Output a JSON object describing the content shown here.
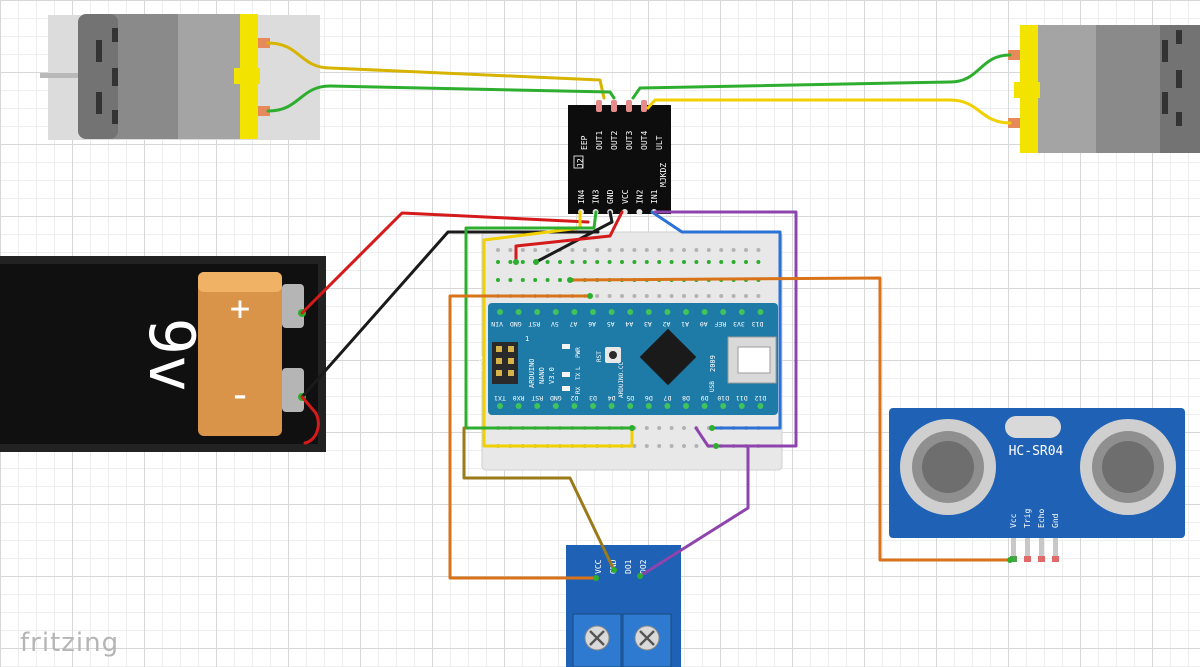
{
  "app": {
    "watermark": "fritzing"
  },
  "battery": {
    "label": "9v",
    "plus": "+",
    "minus": "-"
  },
  "driver": {
    "pins_top": [
      "EEP",
      "OUT1",
      "OUT2",
      "OUT3",
      "OUT4",
      "ULT"
    ],
    "pins_bottom": [
      "IN4",
      "IN3",
      "GND",
      "VCC",
      "IN2",
      "IN1"
    ],
    "jumper": "J2",
    "model": "MJKDZ"
  },
  "arduino": {
    "top_pins": [
      "VIN",
      "GND",
      "RST",
      "5V",
      "A7",
      "A6",
      "A5",
      "A4",
      "A3",
      "A2",
      "A1",
      "A0",
      "REF",
      "3V3",
      "D13"
    ],
    "bottom_pins": [
      "TX1",
      "RX0",
      "RST",
      "GND",
      "D2",
      "D3",
      "D4",
      "D5",
      "D6",
      "D7",
      "D8",
      "D9",
      "D10",
      "D11",
      "D12"
    ],
    "brand": "ARDUINO",
    "board": "NANO",
    "version": "V3.0",
    "site": "ARDUINO.CC",
    "year": "2009",
    "usb": "USB",
    "icsp": "ICSP",
    "led_pwr": "PWR",
    "led_rst": "RST",
    "led_tx": "TX",
    "led_rx": "RX",
    "led_l": "L",
    "header_num": "1"
  },
  "ultrasonic": {
    "label": "HC-SR04",
    "pins": [
      "Vcc",
      "Trig",
      "Echo",
      "Gnd"
    ]
  },
  "relay": {
    "pins": [
      "VCC",
      "GND",
      "DO1",
      "DO2"
    ]
  },
  "colors": {
    "red": "#d41a1a",
    "black": "#1a1a1a",
    "yellow": "#f0d000",
    "green": "#2eae2e",
    "blue": "#2a72d6",
    "purple": "#8e44ad",
    "orange": "#d9731a",
    "olive": "#9a7a1a"
  }
}
